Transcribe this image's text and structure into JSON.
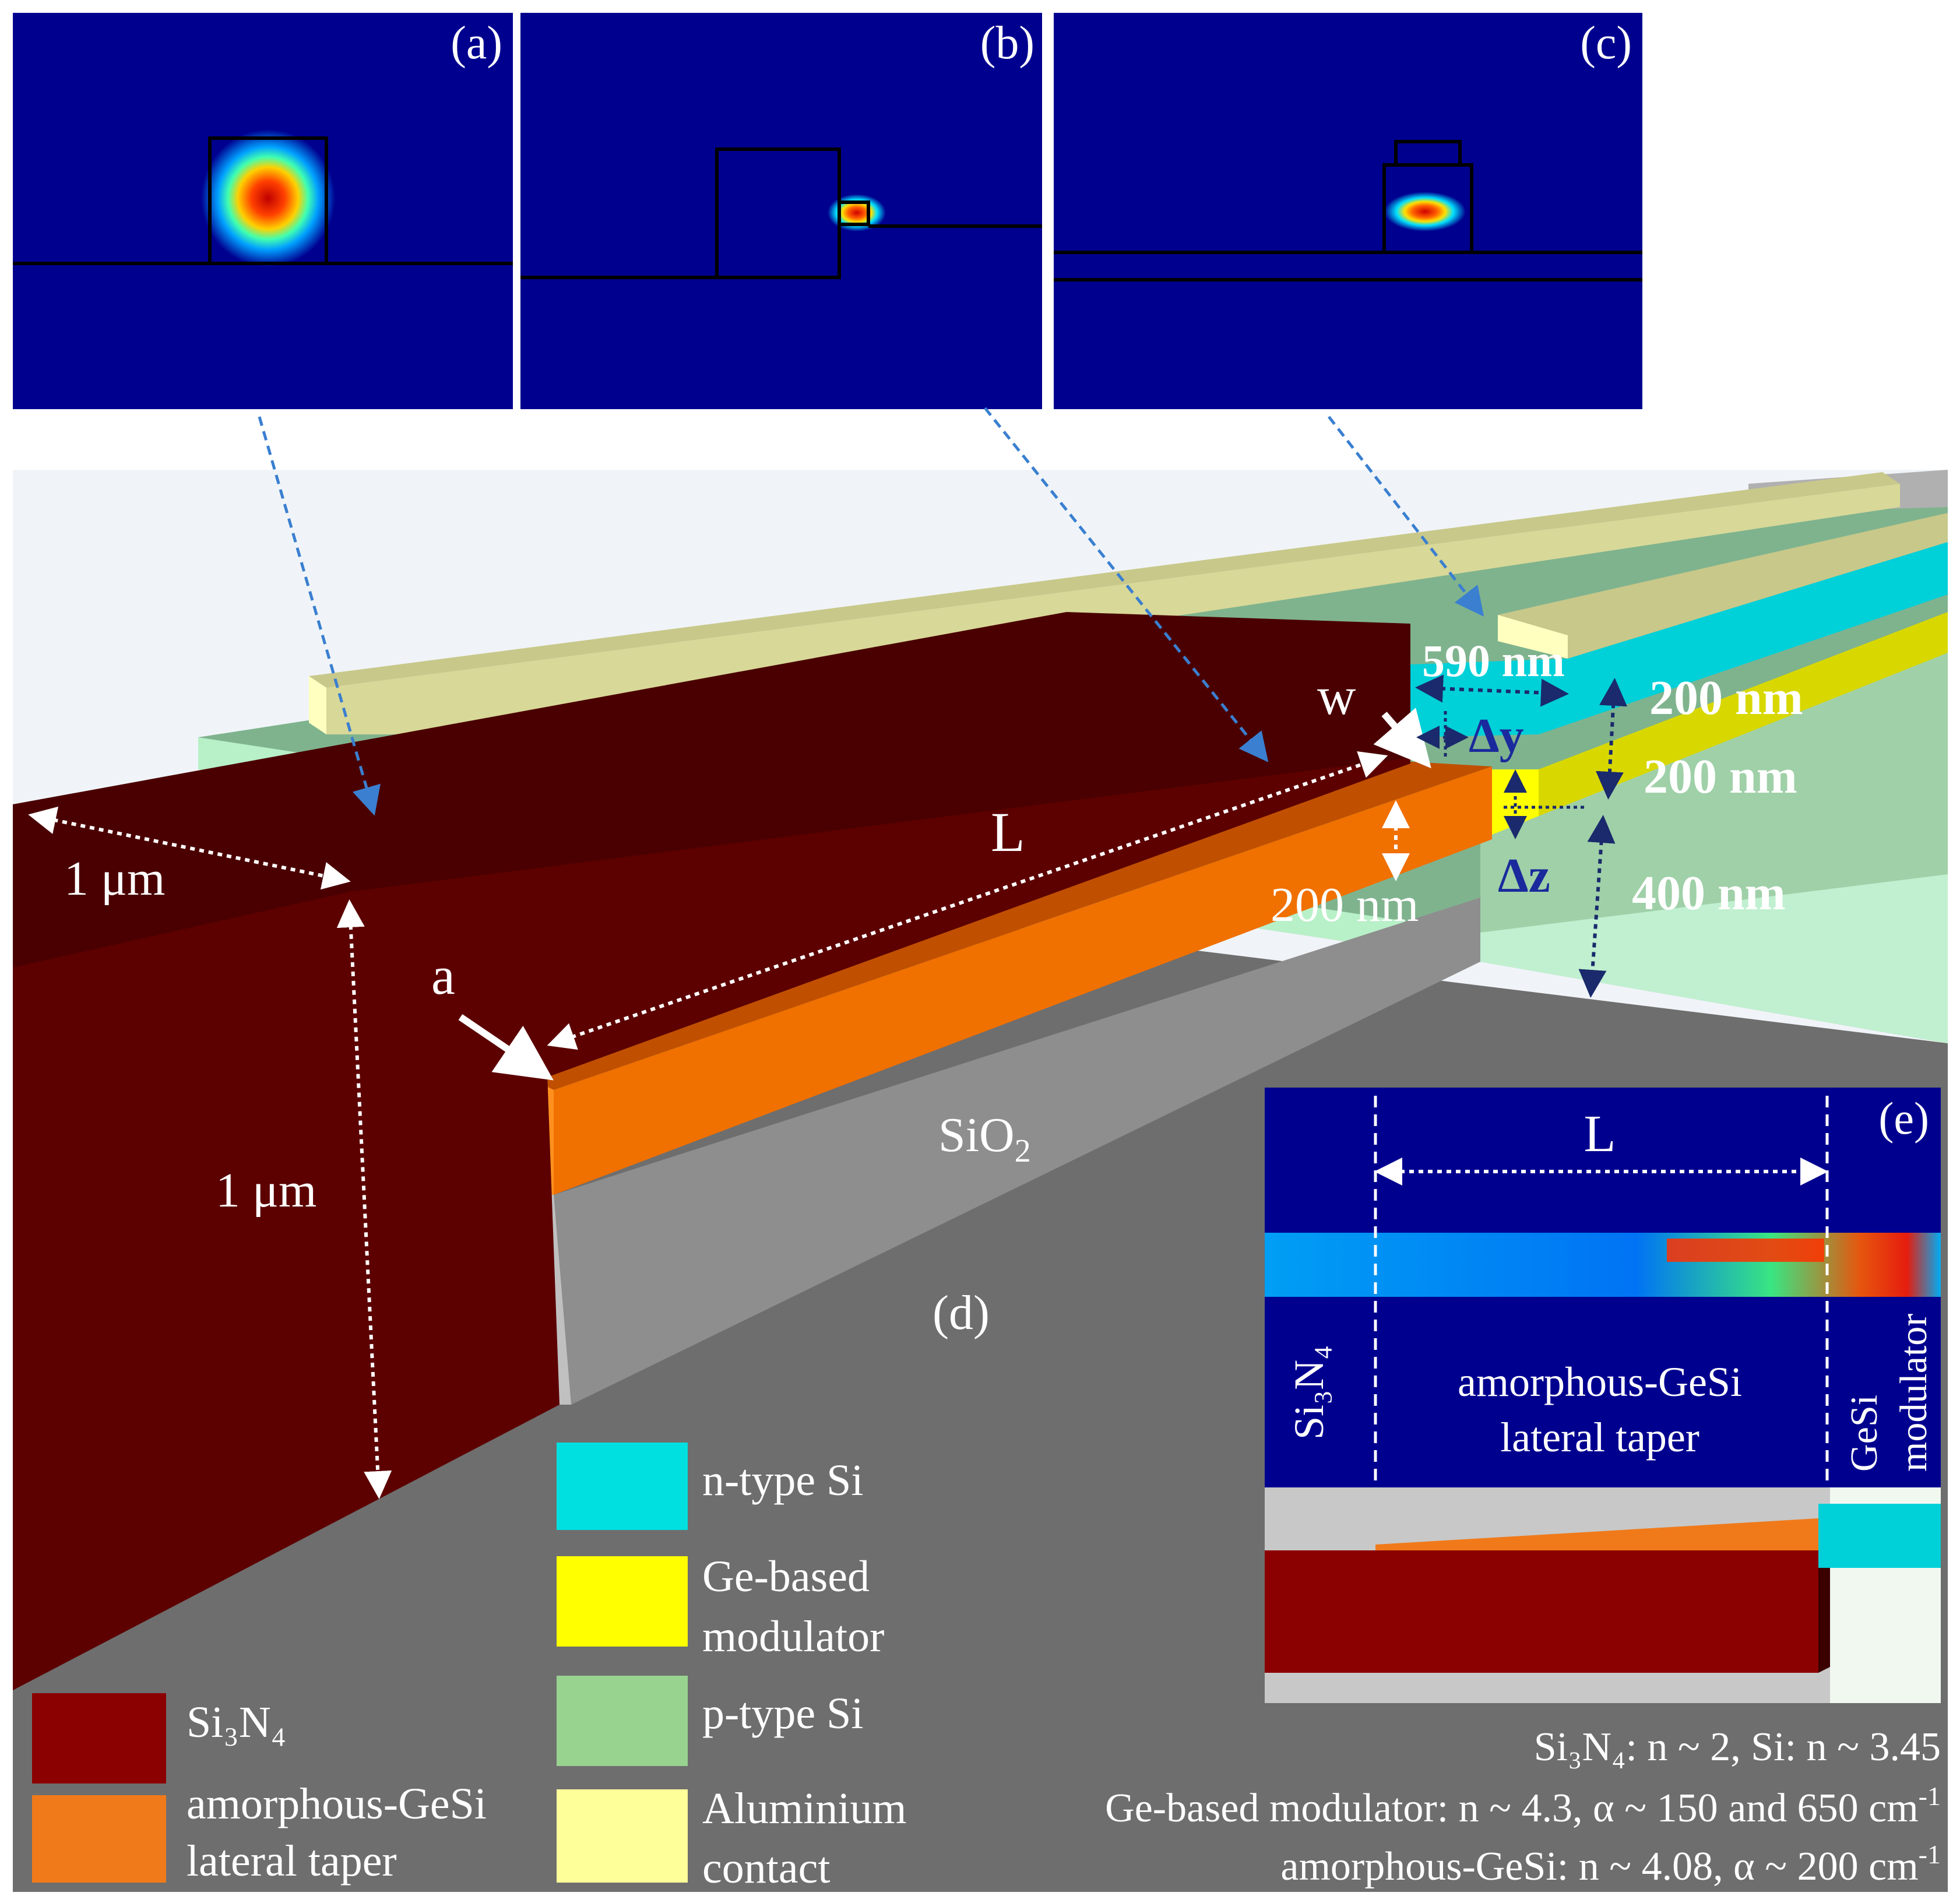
{
  "panels": {
    "a": "(a)",
    "b": "(b)",
    "c": "(c)",
    "d": "(d)",
    "e": "(e)"
  },
  "dimensions": {
    "width_590": "590 nm",
    "n_si_thickness": "200 nm",
    "ge_thickness": "200 nm",
    "p_si_thickness": "400 nm",
    "taper_thickness": "200 nm",
    "si3n4_width": "1 μm",
    "si3n4_height": "1 μm",
    "taper_length": "L",
    "delta_y": "Δy",
    "delta_z": "Δz",
    "tip_a": "a",
    "tip_w": "w",
    "substrate": "SiO",
    "substrate_sub": "2"
  },
  "inset_e": {
    "length_label": "L",
    "left_label": "Si₃N₄",
    "middle_label_1": "amorphous-GeSi",
    "middle_label_2": "lateral taper",
    "right_label_1": "GeSi",
    "right_label_2": "modulator"
  },
  "legend": [
    {
      "name": "si3n4",
      "line1": "Si₃N₄",
      "line2": "",
      "color": "#8b0000"
    },
    {
      "name": "taper",
      "line1": "amorphous-GeSi",
      "line2": "lateral taper",
      "color": "#f07a1a"
    },
    {
      "name": "n-si",
      "line1": "n-type Si",
      "line2": "",
      "color": "#00e0e0"
    },
    {
      "name": "ge-mod",
      "line1": "Ge-based",
      "line2": "modulator",
      "color": "#ffff00"
    },
    {
      "name": "p-si",
      "line1": "p-type Si",
      "line2": "",
      "color": "#98d38f"
    },
    {
      "name": "al",
      "line1": "Aluminium",
      "line2": "contact",
      "color": "#ffff99"
    }
  ],
  "parameters": {
    "line1_a": "Si₃N₄: n ~ 2, Si: n ~ 3.45",
    "line2_a": "Ge-based modulator: n ~ 4.3, α ~ 150 and 650 cm",
    "line2_sup": "-1",
    "line3_a": "amorphous-GeSi: n ~ 4.08, α ~ 200 cm",
    "line3_sup": "-1"
  },
  "colors": {
    "mode_bg": "#00008f",
    "si3n4": "#5c0000",
    "si3n4_top": "#4a0000",
    "taper": "#f07000",
    "oxide": "#8e8e8e",
    "floor": "#6e6e6e",
    "n_si": "#00d0d8",
    "ge": "#e8e800",
    "p_si": "#7fb38e",
    "al": "#ecec9a",
    "arrow": "#3a7fd0"
  }
}
